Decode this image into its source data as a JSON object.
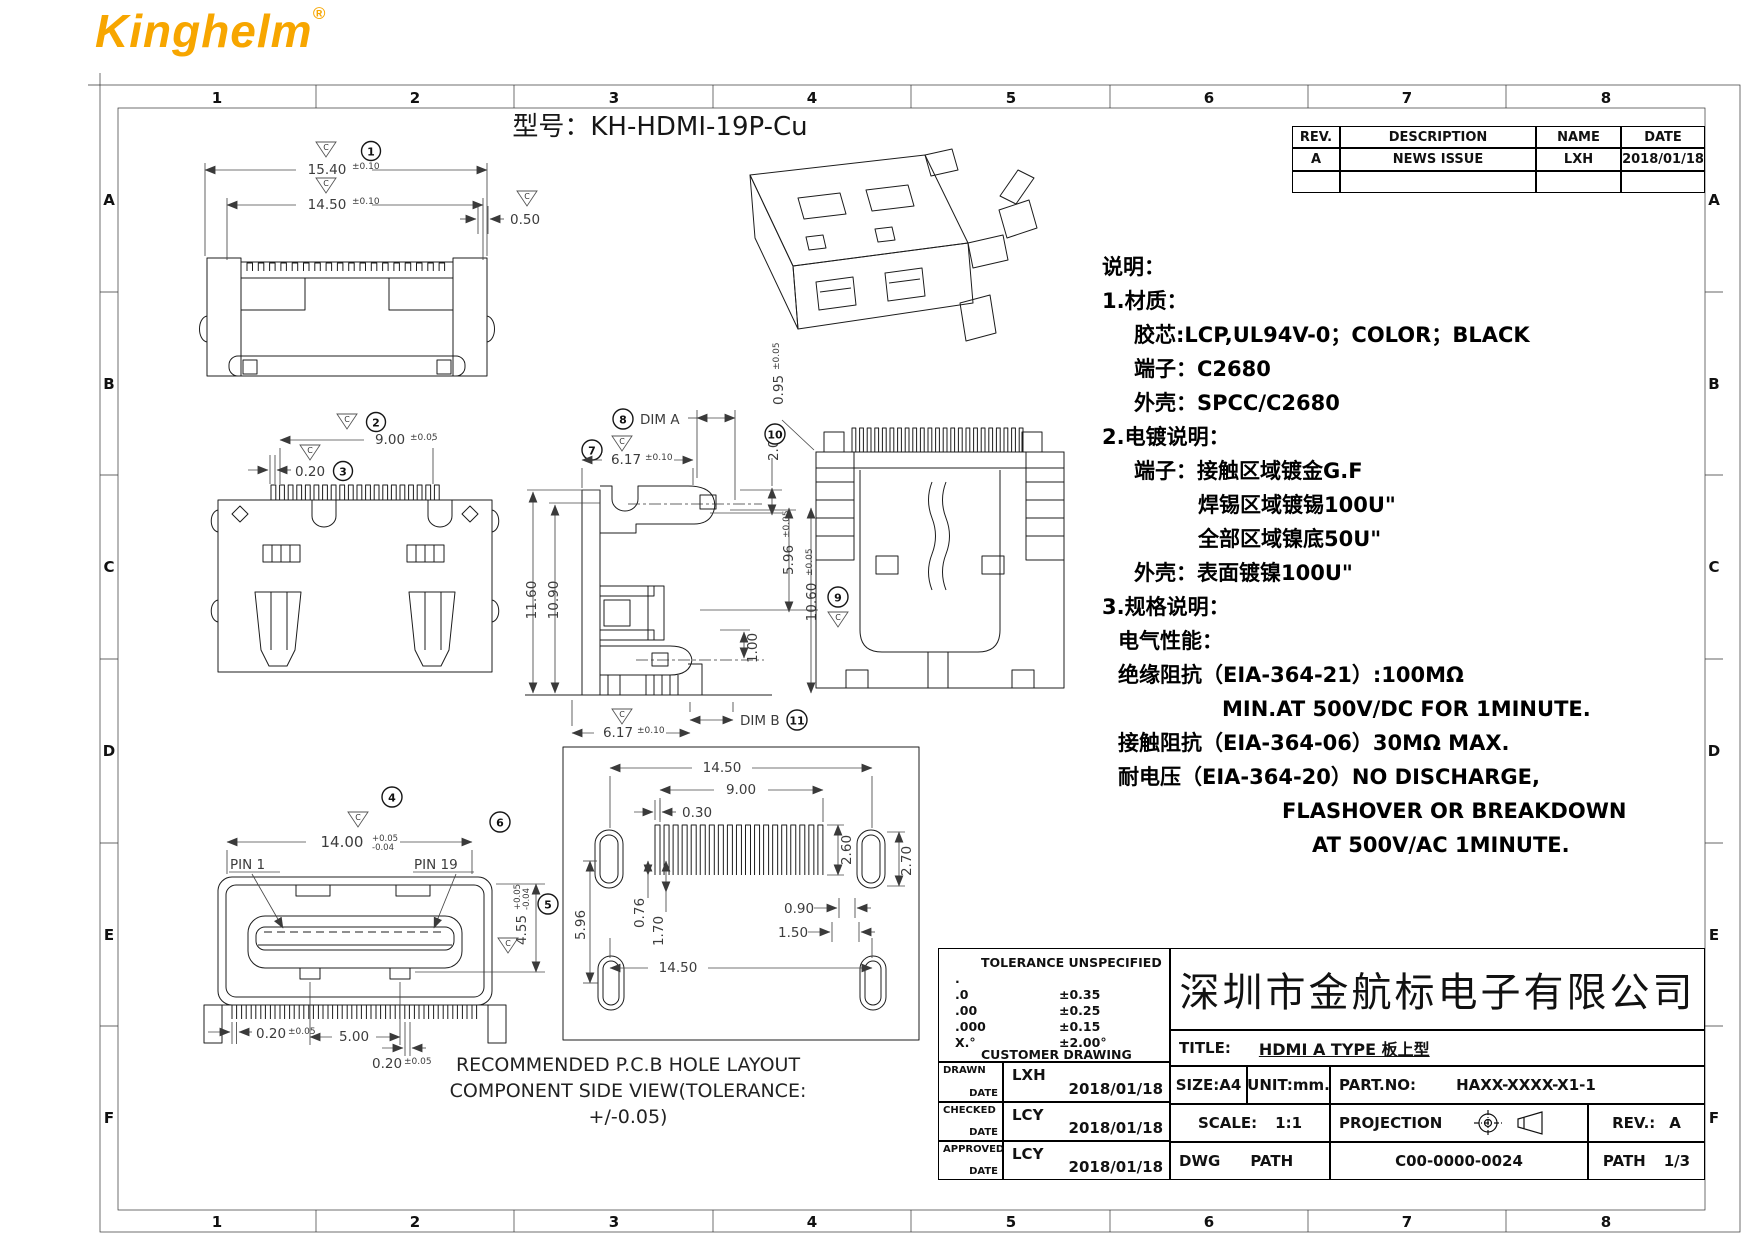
{
  "logo": {
    "name": "Kinghelm",
    "registered": "®",
    "color": "#F7A600"
  },
  "drawing": {
    "model_label": "型号：KH-HDMI-19P-Cu"
  },
  "grid": {
    "columns": [
      "1",
      "2",
      "3",
      "4",
      "5",
      "6",
      "7",
      "8"
    ],
    "rows": [
      "A",
      "B",
      "C",
      "D",
      "E",
      "F"
    ]
  },
  "revision_table": {
    "headers": [
      "REV.",
      "DESCRIPTION",
      "NAME",
      "DATE"
    ],
    "rows": [
      {
        "rev": "A",
        "description": "NEWS ISSUE",
        "name": "LXH",
        "date": "2018/01/18"
      }
    ]
  },
  "notes": {
    "lines": [
      "说明：",
      "1.材质：",
      "胶芯:LCP,UL94V-0；COLOR；BLACK",
      "端子：C2680",
      "外壳：SPCC/C2680",
      "2.电镀说明：",
      "端子：接触区域镀金G.F",
      "焊锡区域镀锡100U\"",
      "全部区域镍底50U\"",
      "外壳：表面镀镍100U\"",
      "3.规格说明：",
      "电气性能：",
      "绝缘阻抗（EIA-364-21）:100MΩ",
      "MIN.AT 500V/DC FOR 1MINUTE.",
      "接触阻抗（EIA-364-06）30MΩ MAX.",
      "耐电压（EIA-364-20）NO DISCHARGE,",
      "FLASHOVER OR BREAKDOWN",
      "AT 500V/AC 1MINUTE."
    ]
  },
  "finish_symbol": "C",
  "balloons": {
    "n1": "1",
    "n2": "2",
    "n3": "3",
    "n4": "4",
    "n5": "5",
    "n6": "6",
    "n7": "7",
    "n8": "8",
    "n9": "9",
    "n10": "10",
    "n11": "11"
  },
  "dims": {
    "front_overall": {
      "v": "15.40",
      "t": "±0.10"
    },
    "front_inner": {
      "v": "14.50",
      "t": "±0.10"
    },
    "front_tab": "0.50",
    "top_span": {
      "v": "9.00",
      "t": "±0.05"
    },
    "top_pin": "0.20",
    "side_dim_a": "DIM A",
    "side_tail_top": {
      "v": "6.17",
      "t": "±0.10"
    },
    "side_top": "2.00",
    "side_height_outer": "11.60",
    "side_height_inner": "10.90",
    "side_mid": {
      "v": "5.96",
      "t": "±0.05"
    },
    "side_lower": {
      "v": "10.60",
      "t": "±0.05"
    },
    "side_foot": "1.00",
    "side_dim_b": "DIM B",
    "side_tail_bottom": {
      "v": "6.17",
      "t": "±0.10"
    },
    "rear_pin": {
      "v": "0.95",
      "t": "±0.05"
    },
    "face_width": {
      "v": "14.00",
      "tp": "+0.05",
      "tm": "-0.04"
    },
    "face_pin1": "PIN 1",
    "face_pin19": "PIN 19",
    "face_height": {
      "v": "4.55",
      "tp": "+0.05",
      "tm": "-0.04"
    },
    "face_pad_left": {
      "v": "0.20",
      "t": "±0.05"
    },
    "face_pitch": "5.00",
    "face_pad_right": {
      "v": "0.20",
      "t": "±0.05"
    },
    "pcb_width_top": "14.50",
    "pcb_pin_span": "9.00",
    "pcb_slot_w": "0.30",
    "pcb_slot_h": "2.60",
    "pcb_hole_h": "2.70",
    "pcb_row_gap": "0.76",
    "pcb_row_gap2": "1.70",
    "pcb_post_gap": "5.96",
    "pcb_edge1": "0.90",
    "pcb_edge2": "1.50",
    "pcb_width_bottom": "14.50"
  },
  "pcb_caption": {
    "line1": "RECOMMENDED P.C.B HOLE LAYOUT",
    "line2": "COMPONENT SIDE VIEW(TOLERANCE: +/-0.05)"
  },
  "title_block": {
    "tolerance": {
      "header": "TOLERANCE UNSPECIFIED",
      "rows": [
        {
          "k": ".",
          "v": ""
        },
        {
          "k": ".0",
          "v": "±0.35"
        },
        {
          "k": ".00",
          "v": "±0.25"
        },
        {
          "k": ".000",
          "v": "±0.15"
        },
        {
          "k": "X.°",
          "v": "±2.00°"
        }
      ],
      "footer": "CUSTOMER DRAWING"
    },
    "company": "深圳市金航标电子有限公司",
    "title_label": "TITLE:",
    "title_value": "HDMI A TYPE 板上型",
    "approvals": [
      {
        "role": "DRAWN",
        "date_label": "DATE",
        "name": "LXH",
        "date": "2018/01/18"
      },
      {
        "role": "CHECKED",
        "date_label": "DATE",
        "name": "LCY",
        "date": "2018/01/18"
      },
      {
        "role": "APPROVED",
        "date_label": "DATE",
        "name": "LCY",
        "date": "2018/01/18"
      }
    ],
    "size": "SIZE:A4",
    "unit": "UNIT:mm.",
    "part_label": "PART.NO:",
    "part_no": "HAXX-XXXX-X1-1",
    "scale_label": "SCALE:",
    "scale_value": "1:1",
    "projection_label": "PROJECTION",
    "rev_label": "REV.:",
    "rev_value": "A",
    "dwg_label": "DWG",
    "dwg_path_label": "PATH",
    "dwg_no": "C00-0000-0024",
    "path_label": "PATH",
    "path_value": "1/3"
  }
}
